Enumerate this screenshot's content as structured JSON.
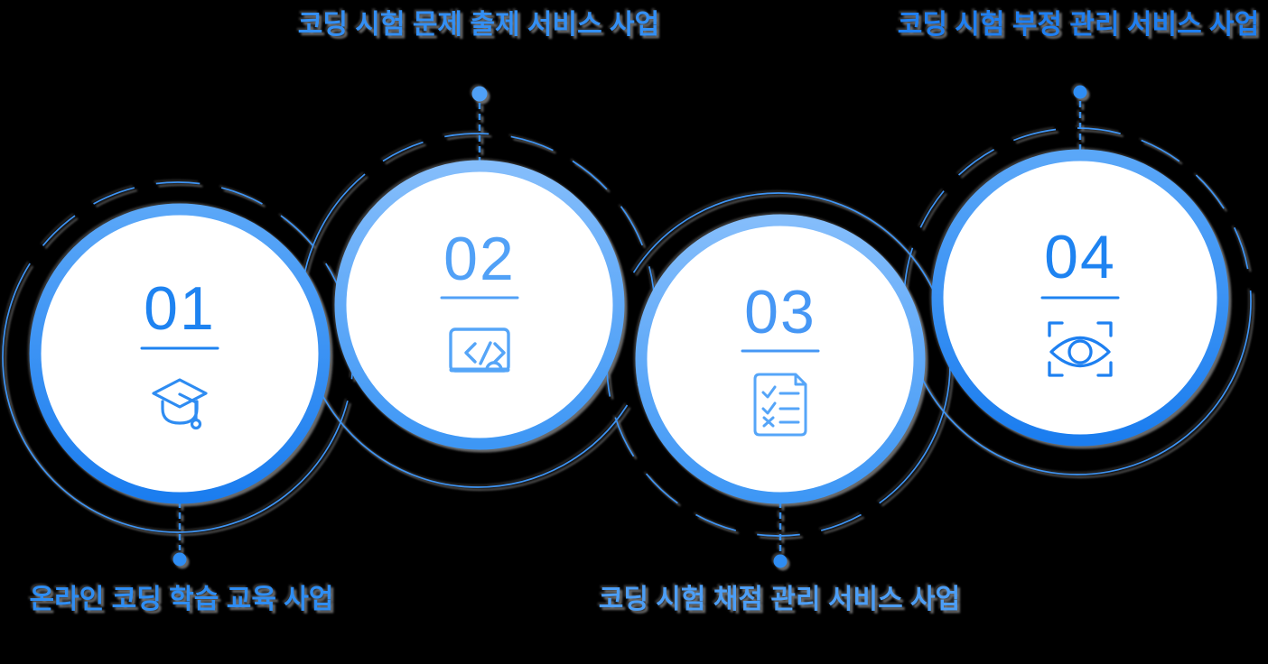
{
  "diagram": {
    "title_hint": "4-step coding-test service business infographic",
    "colors": {
      "background": "#000000",
      "circle_fill": "#FFFFFF",
      "primary_blue": "#1E80F0",
      "light_blue": "#55A5F8",
      "ring_gradient_strong_top": "#5AA7F8",
      "ring_gradient_strong_bottom": "#1B7DEF",
      "ring_gradient_light_top": "#84BDFB",
      "ring_gradient_light_bottom": "#3E97F5",
      "thin_ring": "#3E94F4",
      "connector": "#3590F3",
      "halo_gray": "#848484"
    },
    "items": [
      {
        "number": "01",
        "label": "온라인 코딩 학습 교육 사업",
        "icon": "graduation-cap-icon",
        "label_position": "bottom",
        "number_color": "#1E83F1",
        "label_color": "#2E8DF3",
        "icon_color": "#2E8CF2"
      },
      {
        "number": "02",
        "label": "코딩 시험 문제 출제 서비스 사업",
        "icon": "code-window-icon",
        "label_position": "top",
        "number_color": "#51A1F7",
        "label_color": "#338FF4",
        "icon_color": "#55A5F8"
      },
      {
        "number": "03",
        "label": "코딩 시험 채점 관리 서비스 사업",
        "icon": "checklist-icon",
        "label_position": "bottom",
        "number_color": "#4697F5",
        "label_color": "#4C9EF6",
        "icon_color": "#55A5F8"
      },
      {
        "number": "04",
        "label": "코딩 시험 부정 관리 서비스 사업",
        "icon": "eye-scan-icon",
        "label_position": "top",
        "number_color": "#1E83F1",
        "label_color": "#1F7FF1",
        "icon_color": "#1E80F1"
      }
    ]
  }
}
